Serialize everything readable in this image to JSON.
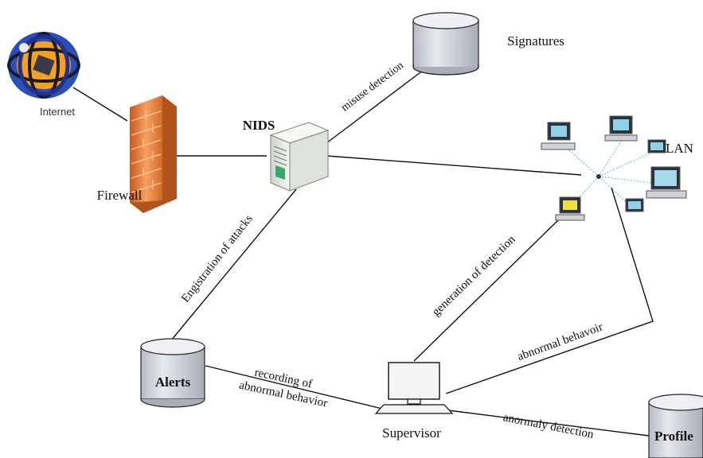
{
  "nodes": {
    "internet": "Internet",
    "firewall": "Firewall",
    "nids": "NIDS",
    "signatures": "Signatures",
    "lan": "LAN",
    "alerts": "Alerts",
    "supervisor": "Supervisor",
    "profiles": "Profile"
  },
  "edges": {
    "misuse_detection": "misuse detection",
    "registration_of_attacks": "Engistration of attacks",
    "generation_of_detection": "generation of detection",
    "abnormal_behavoir": "abnormal behavoir",
    "recording_line1": "recording of",
    "recording_line2": "abnormal behavior",
    "anomaly_detection": "anormaly detection"
  },
  "colors": {
    "firewall_orange": "#f08a3c",
    "globe_blue": "#2b4fb8",
    "globe_orange": "#f4a020",
    "cylinder_fill": "#d7d9df",
    "server_fill": "#e7ece6",
    "lan_link": "#5bb5c9"
  },
  "icons": [
    "globe-icon",
    "brick-wall-icon",
    "server-tower-icon",
    "database-icon",
    "desktop-computer-icon",
    "monitor-icon"
  ]
}
